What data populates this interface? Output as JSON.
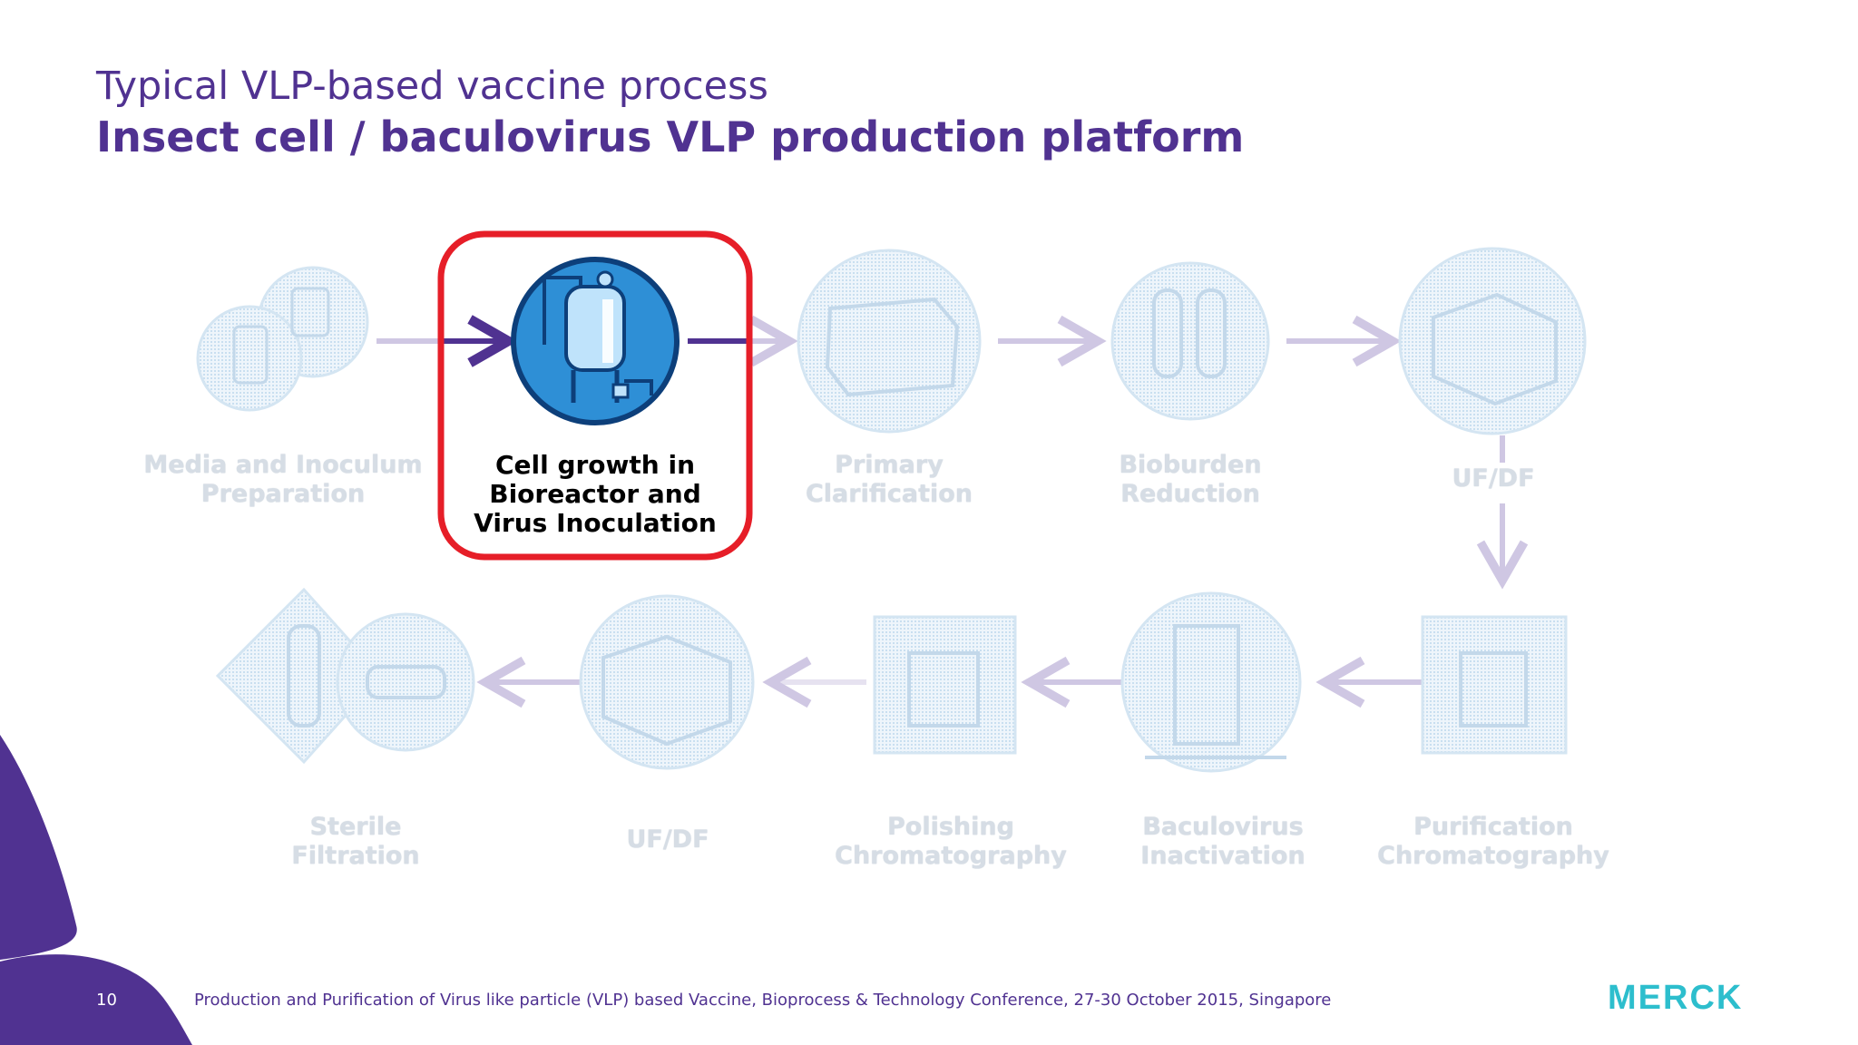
{
  "slide": {
    "title": "Typical VLP-based vaccine process",
    "subtitle": "Insect cell / baculovirus VLP production platform",
    "page_number": "10",
    "footer": "Production and Purification of Virus like particle (VLP) based Vaccine, Bioprocess & Technology Conference, 27-30 October 2015, Singapore",
    "logo_text": "MERCK"
  },
  "colors": {
    "brand_purple": "#503291",
    "highlight_red": "#e61e28",
    "active_blue": "#2e8fd6",
    "faded_blue": "#d8e9f5",
    "logo_teal": "#2dbecd"
  },
  "steps": [
    {
      "label": "Media and Inoculum\nPreparation",
      "active": false,
      "icon": "media-bottles-icon"
    },
    {
      "label": "Cell growth in\nBioreactor and\nVirus Inoculation",
      "active": true,
      "icon": "bioreactor-icon"
    },
    {
      "label": "Primary\nClarification",
      "active": false,
      "icon": "depth-filter-icon"
    },
    {
      "label": "Bioburden\nReduction",
      "active": false,
      "icon": "capsule-filter-icon"
    },
    {
      "label": "UF/DF",
      "active": false,
      "icon": "tff-cassette-icon"
    },
    {
      "label": "Purification\nChromatography",
      "active": false,
      "icon": "chromatography-column-icon"
    },
    {
      "label": "Baculovirus\nInactivation",
      "active": false,
      "icon": "inactivation-tank-icon"
    },
    {
      "label": "Polishing\nChromatography",
      "active": false,
      "icon": "chromatography-column-icon"
    },
    {
      "label": "UF/DF",
      "active": false,
      "icon": "tff-cassette-icon"
    },
    {
      "label": "Sterile\nFiltration",
      "active": false,
      "icon": "sterile-filter-icon"
    }
  ]
}
